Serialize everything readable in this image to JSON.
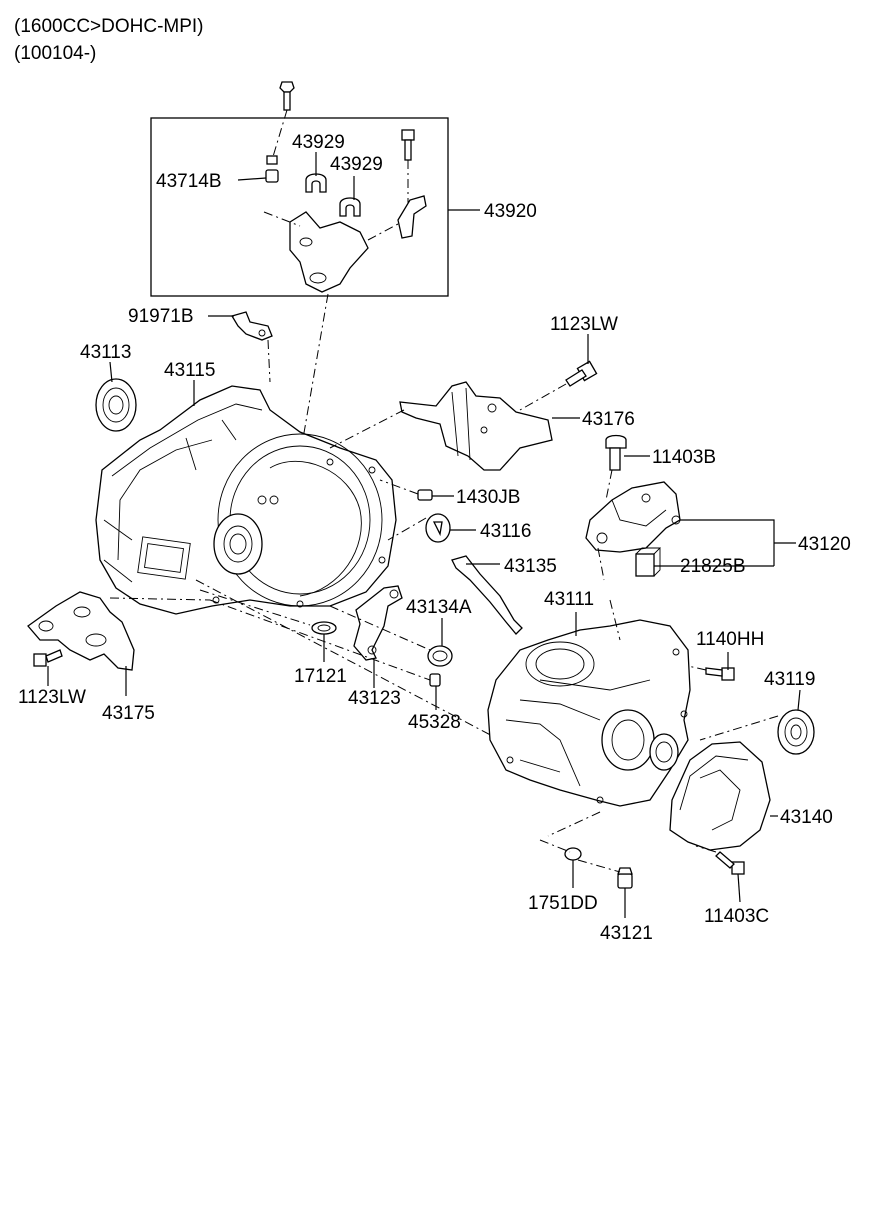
{
  "header": {
    "line1": "(1600CC>DOHC-MPI)",
    "line2": "(100104-)"
  },
  "labels": {
    "p43929_a": "43929",
    "p43929_b": "43929",
    "p43714B": "43714B",
    "p43920": "43920",
    "p91971B": "91971B",
    "p1123LW_top": "1123LW",
    "p43113": "43113",
    "p43115": "43115",
    "p43176": "43176",
    "p11403B": "11403B",
    "p1430JB": "1430JB",
    "p43116": "43116",
    "p43120": "43120",
    "p21825B": "21825B",
    "p43135": "43135",
    "p43111": "43111",
    "p43134A": "43134A",
    "p1140HH": "1140HH",
    "p43119": "43119",
    "p17121": "17121",
    "p1123LW_left": "1123LW",
    "p43175": "43175",
    "p43123": "43123",
    "p45328": "45328",
    "p43140": "43140",
    "p1751DD": "1751DD",
    "p11403C": "11403C",
    "p43121": "43121"
  }
}
